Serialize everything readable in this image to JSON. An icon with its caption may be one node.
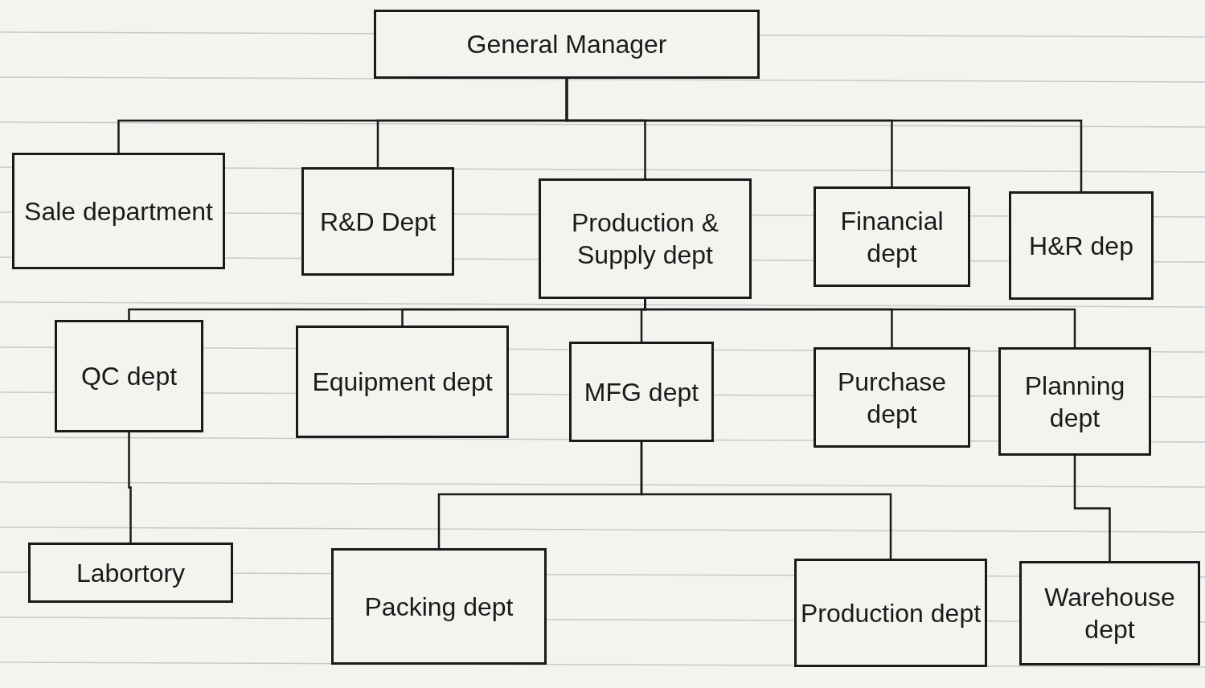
{
  "diagram": {
    "nodes": [
      {
        "text": [
          "General Manager"
        ]
      },
      {
        "text": [
          "Sale department"
        ]
      },
      {
        "text": [
          "R&D Dept"
        ]
      },
      {
        "text": [
          "Production & Supply dept"
        ]
      },
      {
        "text": [
          "Financial dept"
        ]
      },
      {
        "text": [
          "H&R dep"
        ]
      },
      {
        "text": [
          "QC dept"
        ]
      },
      {
        "text": [
          "Equipment dept"
        ]
      },
      {
        "text": [
          "MFG dept"
        ]
      },
      {
        "text": [
          "Purchase dept"
        ]
      },
      {
        "text": [
          "Planning dept"
        ]
      },
      {
        "text": [
          "Labortory"
        ]
      },
      {
        "text": [
          "Packing dept"
        ]
      },
      {
        "text": [
          "Production dept"
        ]
      },
      {
        "text": [
          "Warehouse dept"
        ]
      }
    ],
    "edges": [
      {
        "from": 0,
        "to": 1,
        "arrow": "none"
      },
      {
        "from": 0,
        "to": 2,
        "arrow": "none"
      },
      {
        "from": 0,
        "to": 3,
        "arrow": "none"
      },
      {
        "from": 0,
        "to": 4,
        "arrow": "none"
      },
      {
        "from": 0,
        "to": 5,
        "arrow": "none"
      },
      {
        "from": 3,
        "to": 6,
        "arrow": "none"
      },
      {
        "from": 3,
        "to": 7,
        "arrow": "none"
      },
      {
        "from": 3,
        "to": 8,
        "arrow": "none"
      },
      {
        "from": 3,
        "to": 9,
        "arrow": "none"
      },
      {
        "from": 3,
        "to": 10,
        "arrow": "none"
      },
      {
        "from": 6,
        "to": 11,
        "arrow": "none"
      },
      {
        "from": 8,
        "to": 12,
        "arrow": "none"
      },
      {
        "from": 8,
        "to": 13,
        "arrow": "none"
      },
      {
        "from": 10,
        "to": 14,
        "arrow": "none"
      }
    ]
  }
}
